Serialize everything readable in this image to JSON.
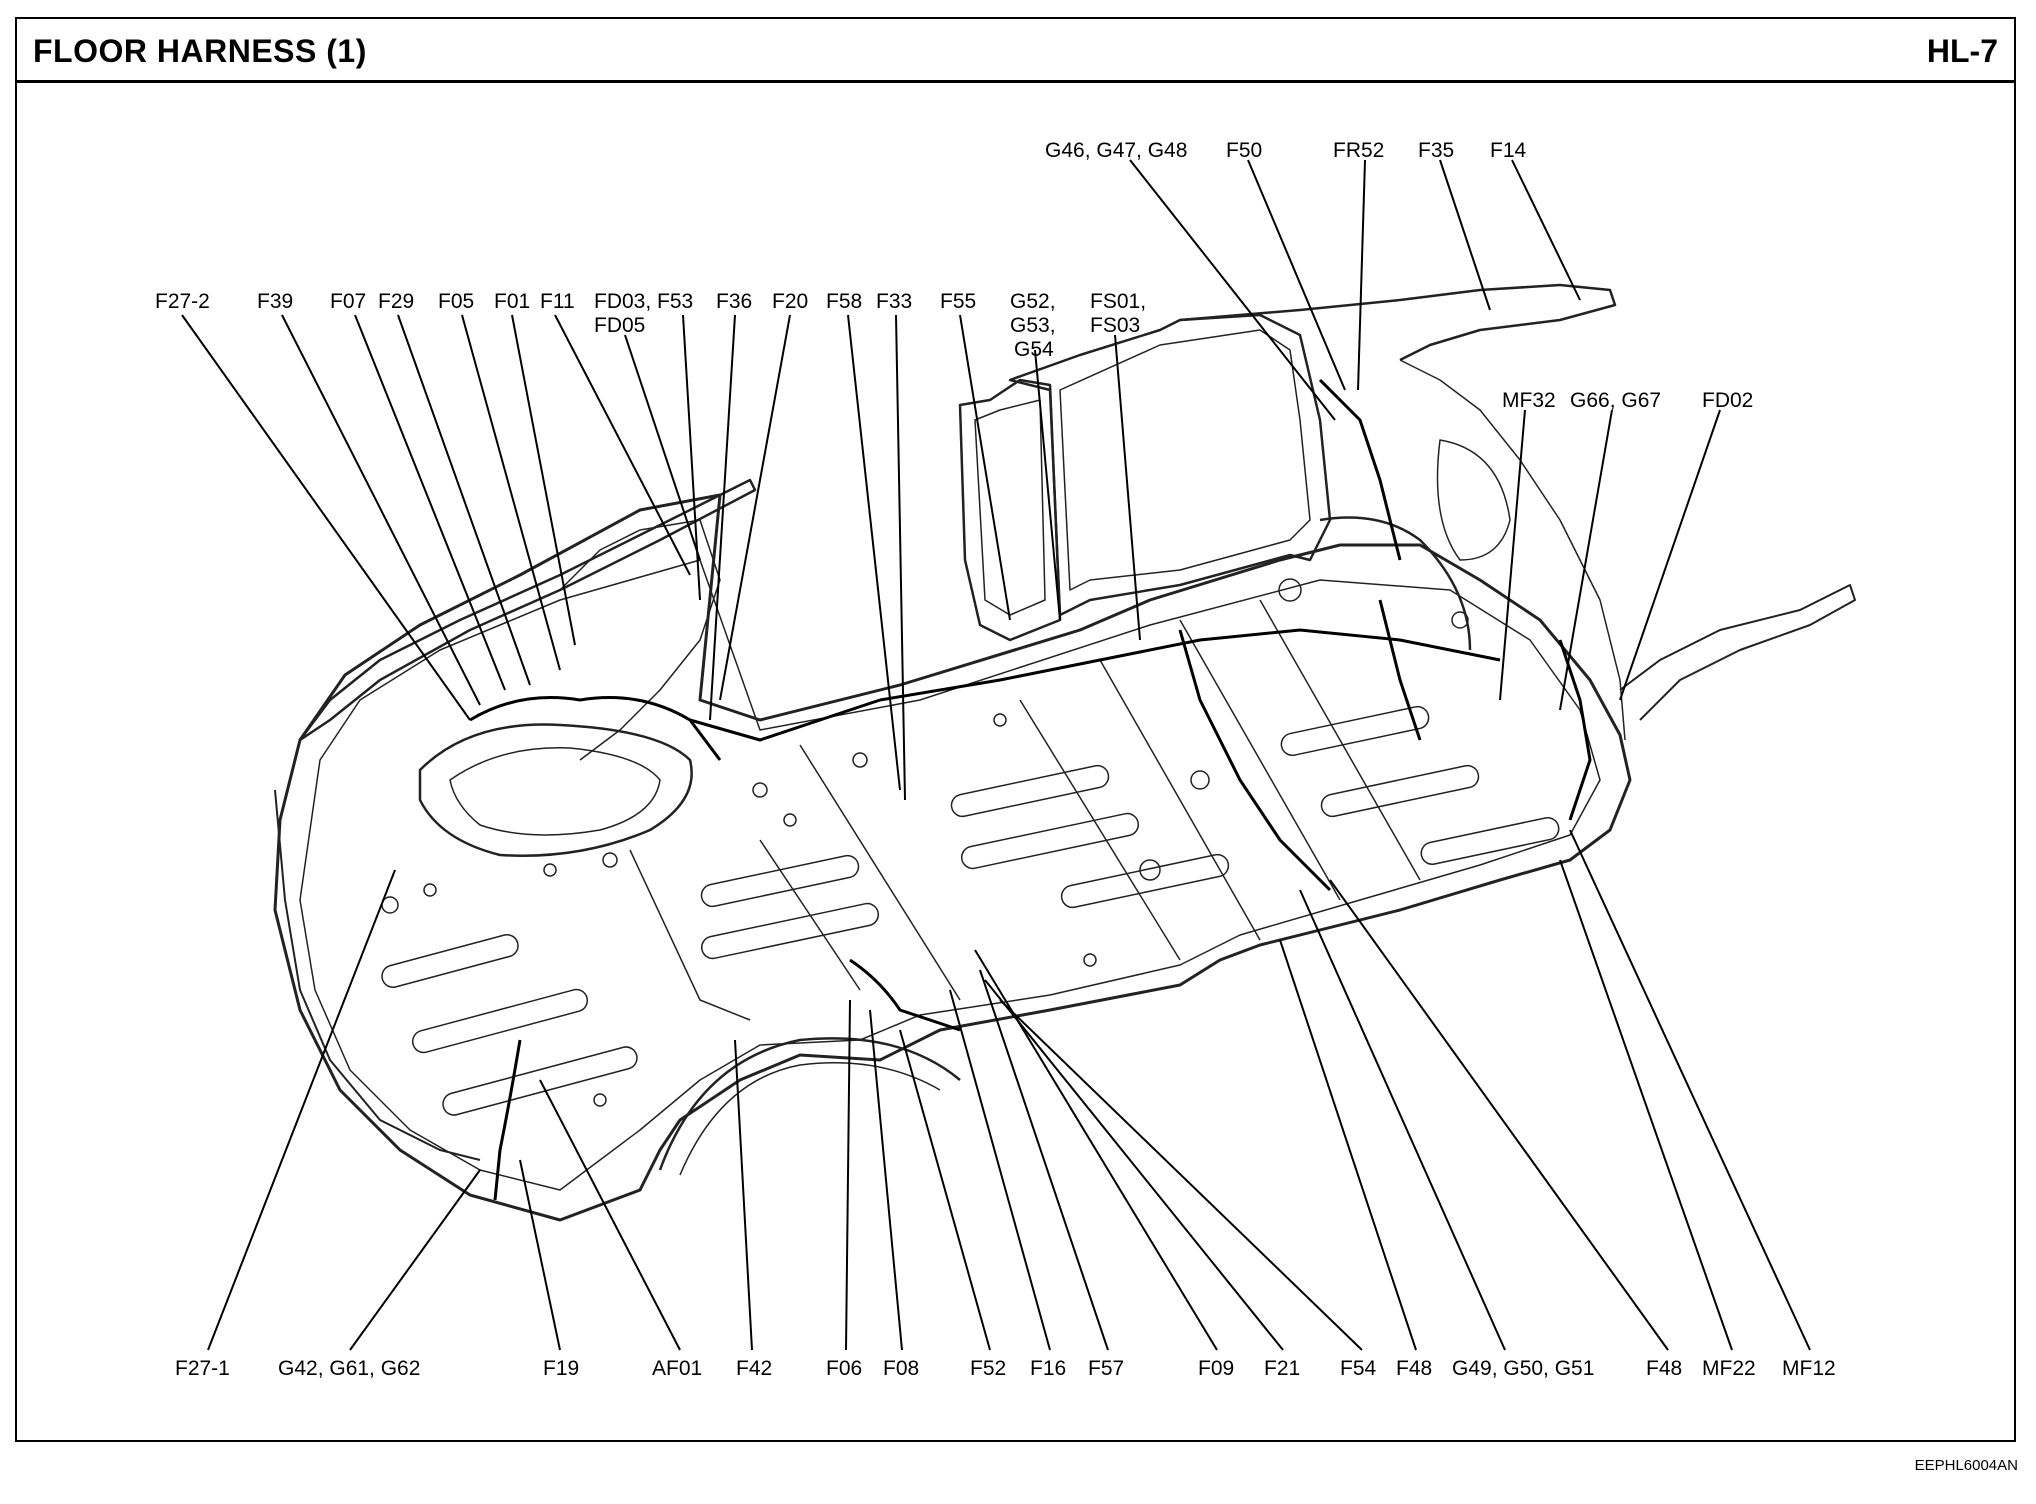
{
  "header": {
    "title": "FLOOR HARNESS (1)",
    "code": "HL-7"
  },
  "figure_code": "EEPHL6004AN",
  "labels_top_right": [
    "G46, G47, G48",
    "F50",
    "FR52",
    "F35",
    "F14"
  ],
  "labels_top_left": [
    "F27-2",
    "F39",
    "F07",
    "F29",
    "F05",
    "F01",
    "F11",
    "FD03, F53",
    "FD05",
    "F36",
    "F20",
    "F58",
    "F33",
    "F55",
    "G52,",
    "G53,",
    "G54",
    "FS01,",
    "FS03"
  ],
  "labels_right": [
    "MF32",
    "G66, G67",
    "FD02"
  ],
  "labels_bottom": [
    "F27-1",
    "G42, G61, G62",
    "F19",
    "AF01",
    "F42",
    "F06",
    "F08",
    "F52",
    "F16",
    "F57",
    "F09",
    "F21",
    "F54",
    "F48",
    "G49, G50, G51",
    "F48",
    "MF22",
    "MF12"
  ]
}
